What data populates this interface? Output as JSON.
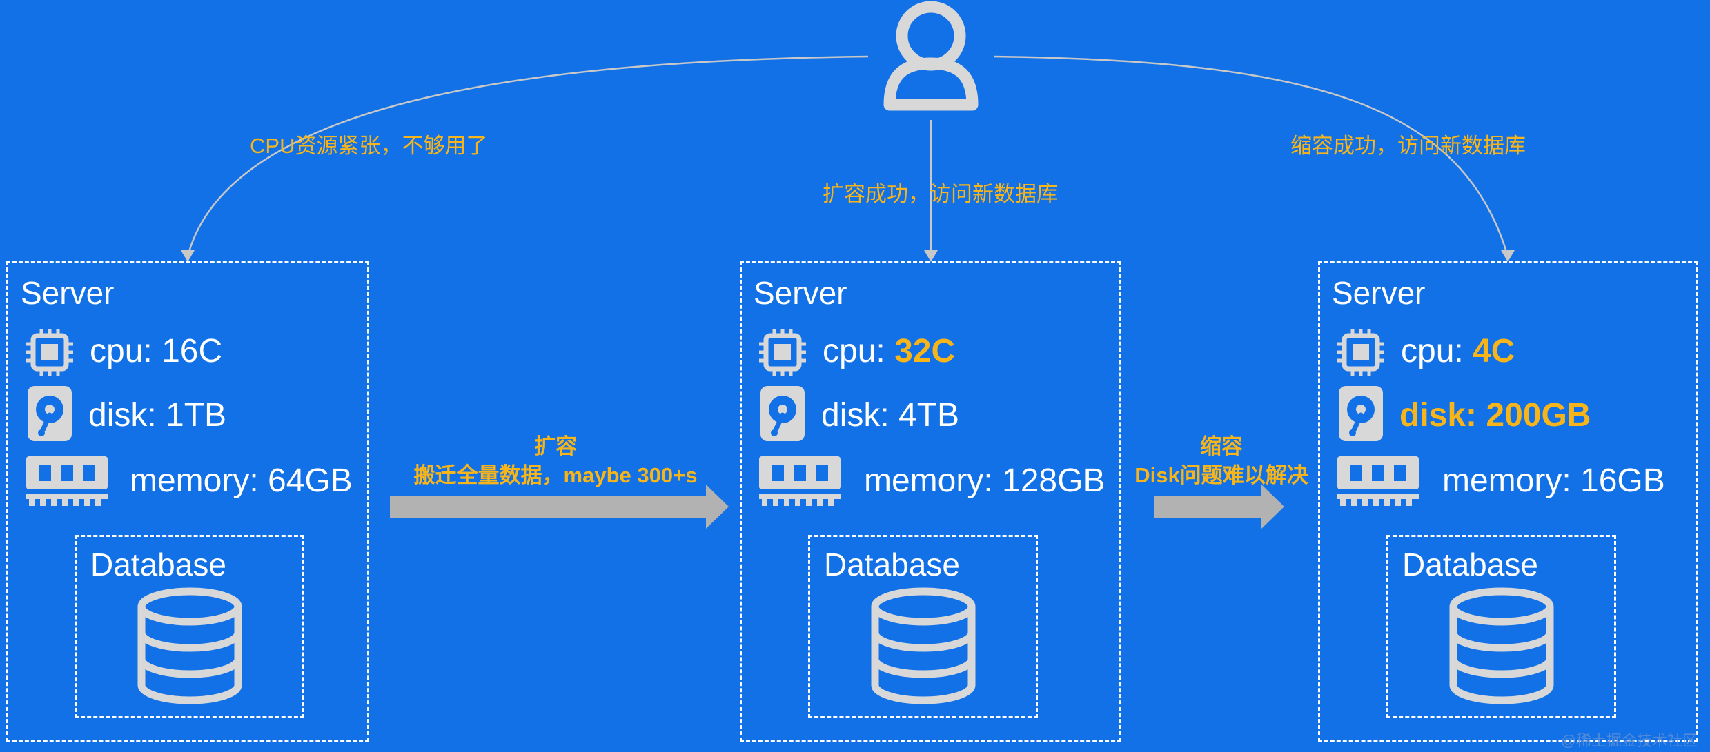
{
  "user": {
    "icon": "user-icon"
  },
  "edges": [
    {
      "id": "to-left",
      "label": "CPU资源紧张，不够用了"
    },
    {
      "id": "to-middle",
      "label": "扩容成功，访问新数据库"
    },
    {
      "id": "to-right",
      "label": "缩容成功，访问新数据库"
    }
  ],
  "servers": [
    {
      "title": "Server",
      "cpu": {
        "label": "cpu: ",
        "value": "16C"
      },
      "disk": {
        "label": "disk: ",
        "value": "1TB"
      },
      "memory": {
        "label": "memory: ",
        "value": "64GB"
      },
      "database": "Database"
    },
    {
      "title": "Server",
      "cpu": {
        "label": "cpu: ",
        "value": "32C"
      },
      "disk": {
        "label": "disk: ",
        "value": "4TB"
      },
      "memory": {
        "label": "memory: ",
        "value": "128GB"
      },
      "database": "Database"
    },
    {
      "title": "Server",
      "cpu": {
        "label": "cpu: ",
        "value": "4C"
      },
      "disk": {
        "label": "disk: ",
        "value": "200GB"
      },
      "memory": {
        "label": "memory: ",
        "value": "16GB"
      },
      "database": "Database"
    }
  ],
  "transitions": [
    {
      "line1": "扩容",
      "line2": "搬迁全量数据，maybe 300+s"
    },
    {
      "line1": "缩容",
      "line2": "Disk问题难以解决"
    }
  ],
  "watermark": "@稀土掘金技术社区",
  "colors": {
    "background": "#1271e6",
    "highlight": "#f7b51a",
    "icon": "#d8d8d8",
    "arrow": "#b2b2b2",
    "line": "#c8c8c8"
  },
  "icons": [
    "user-icon",
    "cpu-chip-icon",
    "hard-disk-icon",
    "memory-ram-icon",
    "database-icon"
  ]
}
